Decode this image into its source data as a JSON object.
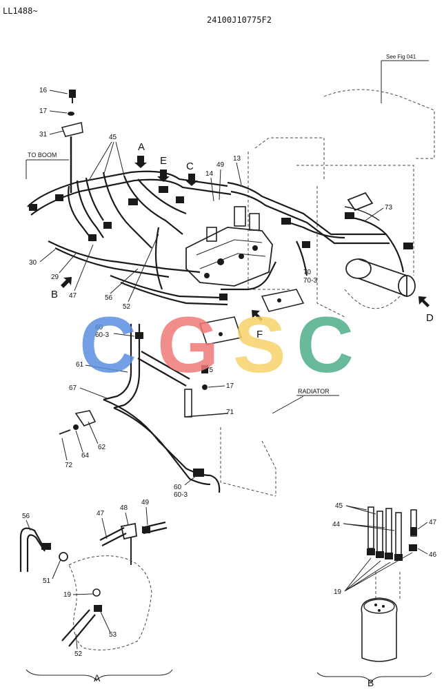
{
  "header": {
    "serial": "LL1488~",
    "part_number": "24100J10775F2"
  },
  "references": {
    "see_fig": "See Fig 041",
    "to_boom": "TO BOOM",
    "radiator": "RADIATOR"
  },
  "view_arrows": [
    "A",
    "E",
    "C",
    "B",
    "F",
    "D"
  ],
  "main_callouts": {
    "c16": "16",
    "c17a": "17",
    "c31": "31",
    "c45": "45",
    "c49": "49",
    "c13": "13",
    "c14": "14",
    "c73": "73",
    "c30": "30",
    "c29": "29",
    "c47": "47",
    "c56": "56",
    "c52": "52",
    "c70": "70",
    "c70_3": "70-3",
    "c60a": "60",
    "c60_3a": "60-3",
    "c61": "61",
    "c75": "75",
    "c17b": "17",
    "c67": "67",
    "c71": "71",
    "c62": "62",
    "c64": "64",
    "c72": "72",
    "c60b": "60",
    "c60_3b": "60-3"
  },
  "detail_a": {
    "label": "A",
    "callouts": {
      "c56": "56",
      "c47": "47",
      "c48": "48",
      "c49": "49",
      "c51": "51",
      "c19": "19",
      "c53": "53",
      "c52": "52"
    }
  },
  "detail_b": {
    "label": "B",
    "callouts": {
      "c45": "45",
      "c44": "44",
      "c47": "47",
      "c46": "46",
      "c19": "19"
    }
  },
  "watermark": {
    "letters": [
      "C",
      "G",
      "S",
      "C"
    ],
    "colors": [
      "#5b8fe0",
      "#ef7b77",
      "#f7d36a",
      "#4fae8a"
    ]
  }
}
